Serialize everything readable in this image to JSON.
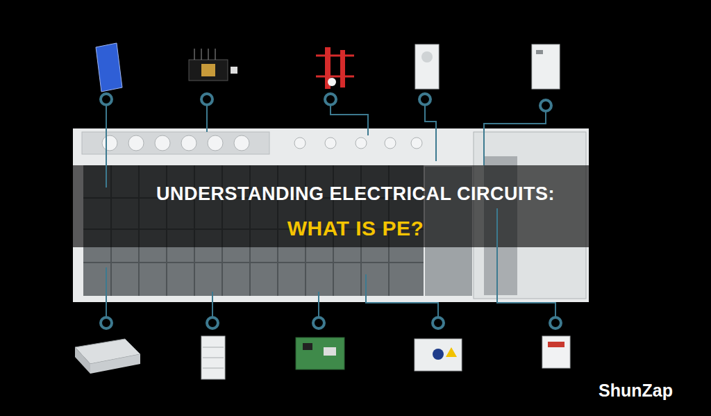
{
  "diagram": {
    "labels": [
      "UNDERSTANDING ELECTRICAL CIRCUITS:",
      "WHAT IS PE?",
      "ShunZap"
    ]
  }
}
